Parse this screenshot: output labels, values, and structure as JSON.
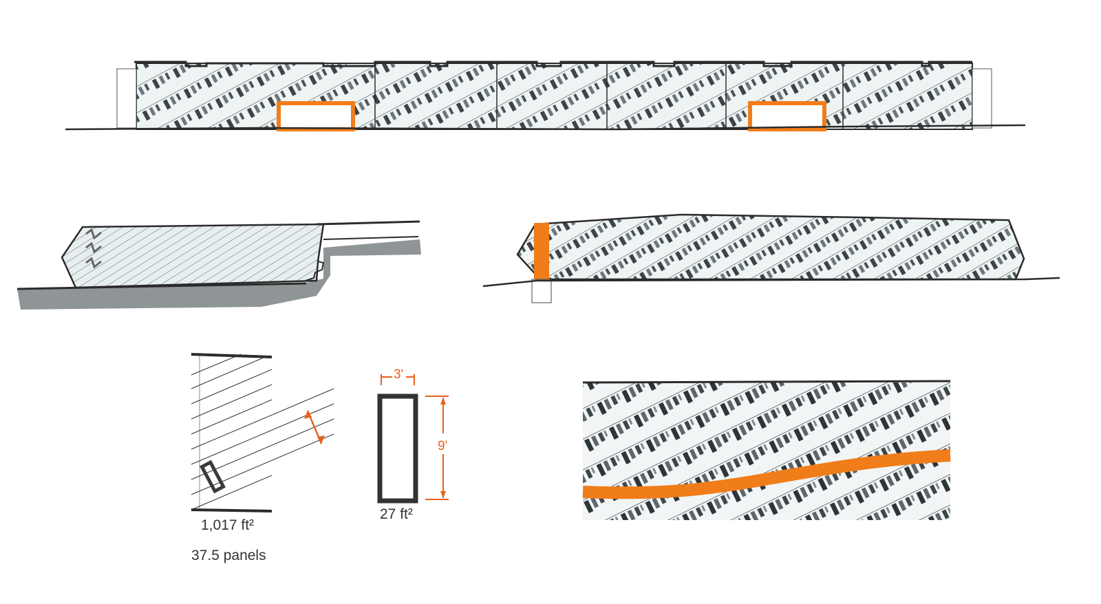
{
  "colors": {
    "ink": "#2b2b2b",
    "shade": "#5f6a70",
    "glass": "#dfeaee",
    "accent": "#f07d1a",
    "dimension": "#e8601c"
  },
  "panel_diagram": {
    "area_label": "1,017 ft²",
    "panels_label": "37.5 panels"
  },
  "panel_detail": {
    "width_label": "3'",
    "height_label": "9'",
    "area_label": "27 ft²"
  }
}
